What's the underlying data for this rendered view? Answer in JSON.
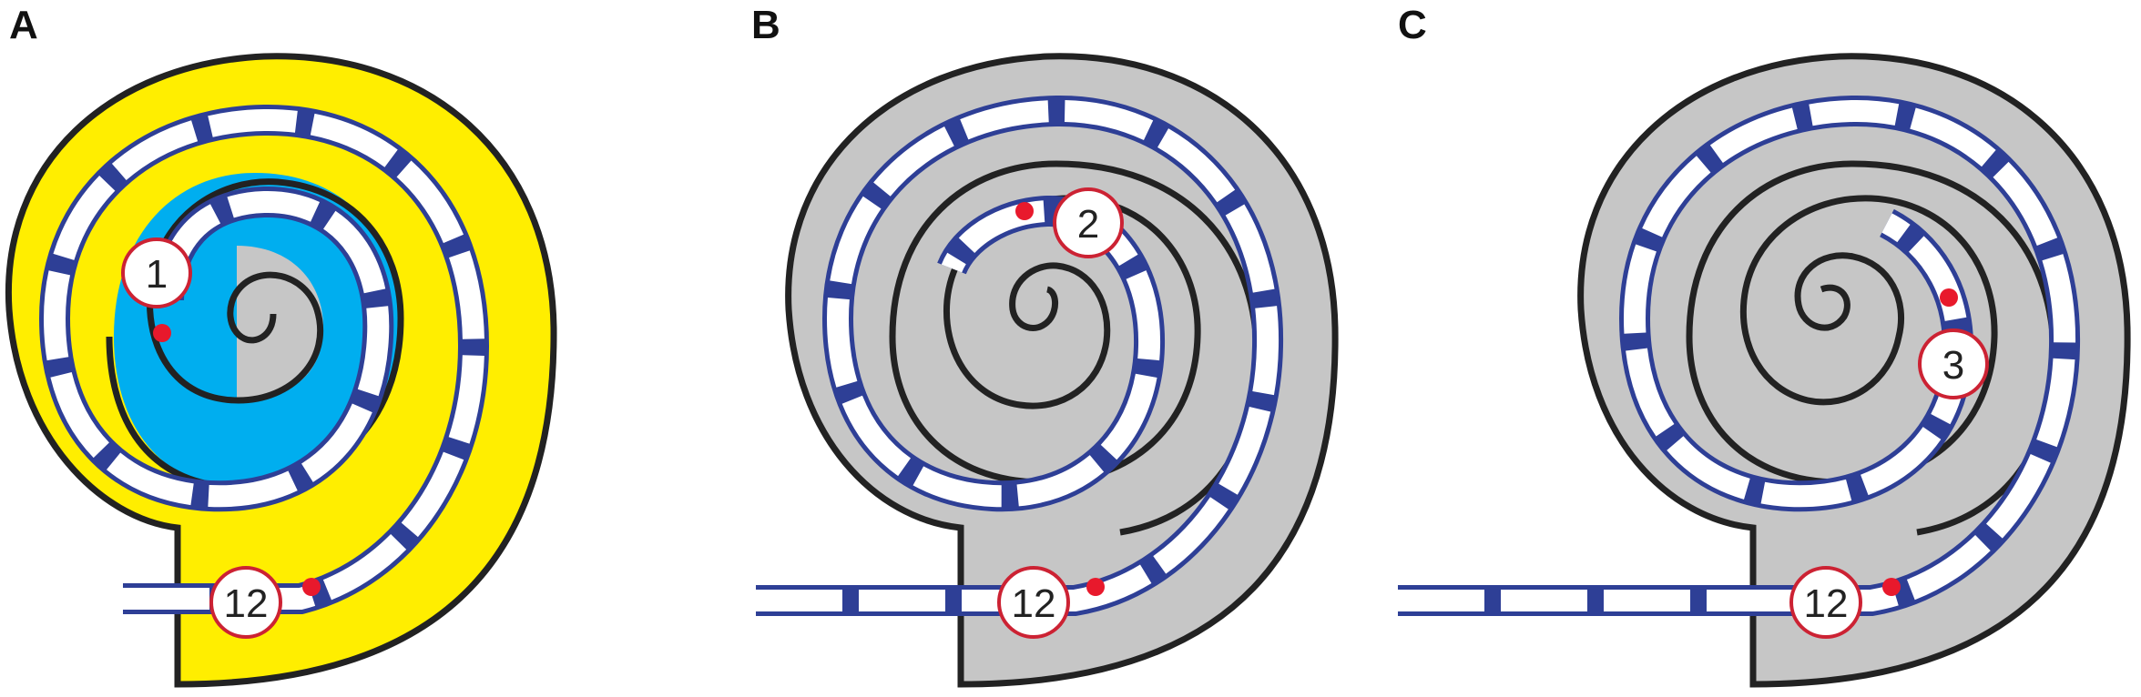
{
  "panels": [
    {
      "letter": "A",
      "labels": [
        "1",
        "12"
      ]
    },
    {
      "letter": "B",
      "labels": [
        "2",
        "12"
      ]
    },
    {
      "letter": "C",
      "labels": [
        "3",
        "12"
      ]
    }
  ],
  "colors": {
    "shell_a": "#ffee00",
    "shell_b": "#c6c6c6",
    "inner_blue": "#00aeef",
    "electrode": "#2e3f96",
    "outline": "#222222",
    "dot": "#e8192c",
    "label_ring": "#cc2233"
  }
}
